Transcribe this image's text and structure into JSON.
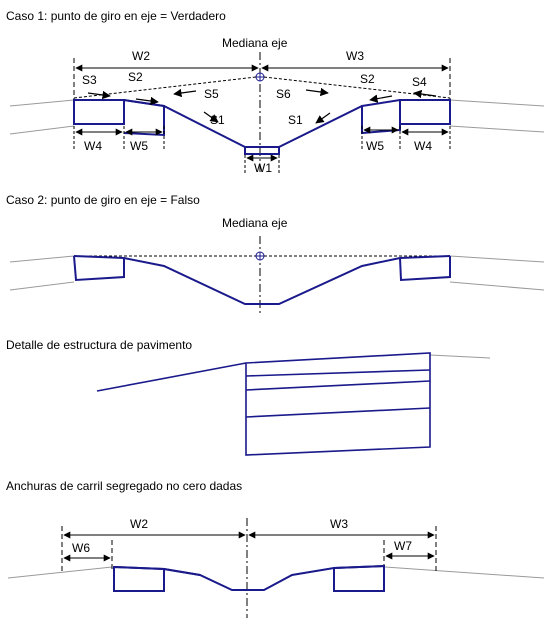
{
  "colors": {
    "structure": "#1a1a8c",
    "ground": "#9a9a9a",
    "dimension": "#000000"
  },
  "case1": {
    "caption": "Caso 1: punto de giro en eje = Verdadero",
    "median_label": "Mediana eje",
    "labels": {
      "w2": "W2",
      "w3": "W3",
      "s3": "S3",
      "s2_left": "S2",
      "s2_right": "S2",
      "s4": "S4",
      "s5": "S5",
      "s6": "S6",
      "s1_left": "S1",
      "s1_right": "S1",
      "w4_left": "W4",
      "w5_left": "W5",
      "w5_right": "W5",
      "w4_right": "W4",
      "w1": "W1"
    }
  },
  "case2": {
    "caption": "Caso 2: punto de giro en eje = Falso",
    "median_label": "Mediana eje"
  },
  "detail": {
    "caption": "Detalle de estructura de pavimento"
  },
  "case3": {
    "caption": "Anchuras de carril segregado no cero dadas",
    "labels": {
      "w2": "W2",
      "w3": "W3",
      "w6": "W6",
      "w7": "W7"
    }
  }
}
